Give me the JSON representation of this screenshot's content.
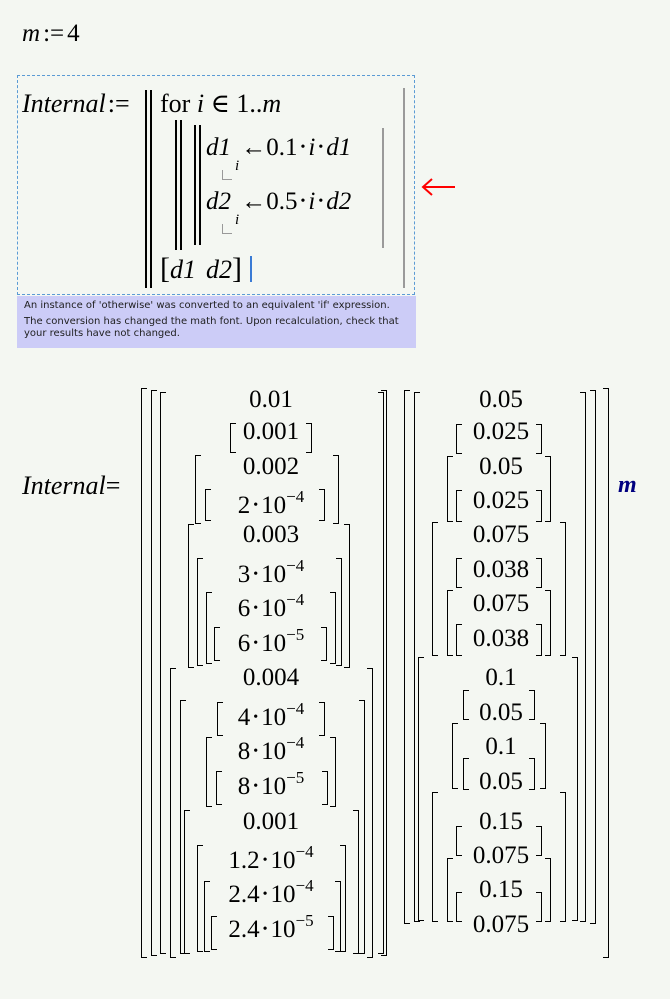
{
  "definition_m": {
    "var": "m",
    "op": ":=",
    "value": "4"
  },
  "program": {
    "name": "Internal",
    "op": ":=",
    "for_keyword": "for",
    "loop_var": "i",
    "in_symbol": "∈",
    "range_start": "1",
    "range_dots": "..",
    "range_end": "m",
    "line1": {
      "target": "d1",
      "subscript": "i",
      "arrow": "←",
      "coef": "0.1",
      "dot": "•",
      "ivar": "i",
      "src": "d1"
    },
    "line2": {
      "target": "d2",
      "subscript": "i",
      "arrow": "←",
      "coef": "0.5",
      "dot": "•",
      "ivar": "i",
      "src": "d2"
    },
    "result": {
      "open": "[",
      "a": "d1",
      "b": "d2",
      "close": "]"
    }
  },
  "message": {
    "line1": "An instance of 'otherwise' was converted to an equivalent 'if' expression.",
    "line2": "The conversion has changed the math font. Upon recalculation, check that your results have not changed."
  },
  "result_display": {
    "name": "Internal",
    "op": "=",
    "unit": "m",
    "col1": [
      {
        "m": "0.01"
      },
      {
        "m": "0.001"
      },
      {
        "m": "0.002"
      },
      {
        "m": "2",
        "e": "−4"
      },
      {
        "m": "0.003"
      },
      {
        "m": "3",
        "e": "−4"
      },
      {
        "m": "6",
        "e": "−4"
      },
      {
        "m": "6",
        "e": "−5"
      },
      {
        "m": "0.004"
      },
      {
        "m": "4",
        "e": "−4"
      },
      {
        "m": "8",
        "e": "−4"
      },
      {
        "m": "8",
        "e": "−5"
      },
      {
        "m": "0.001"
      },
      {
        "m": "1.2",
        "e": "−4"
      },
      {
        "m": "2.4",
        "e": "−4"
      },
      {
        "m": "2.4",
        "e": "−5"
      }
    ],
    "col2": [
      {
        "m": "0.05"
      },
      {
        "m": "0.025"
      },
      {
        "m": "0.05"
      },
      {
        "m": "0.025"
      },
      {
        "m": "0.075"
      },
      {
        "m": "0.038"
      },
      {
        "m": "0.075"
      },
      {
        "m": "0.038"
      },
      {
        "m": "0.1"
      },
      {
        "m": "0.05"
      },
      {
        "m": "0.1"
      },
      {
        "m": "0.05"
      },
      {
        "m": "0.15"
      },
      {
        "m": "0.075"
      },
      {
        "m": "0.15"
      },
      {
        "m": "0.075"
      }
    ]
  },
  "colors": {
    "region_border": "#5b9bd5",
    "message_bg": "#ccccf7",
    "unit": "#000080",
    "arrow": "#ff0000"
  },
  "icons": {
    "annotation_arrow": "red-left-arrow-icon"
  }
}
